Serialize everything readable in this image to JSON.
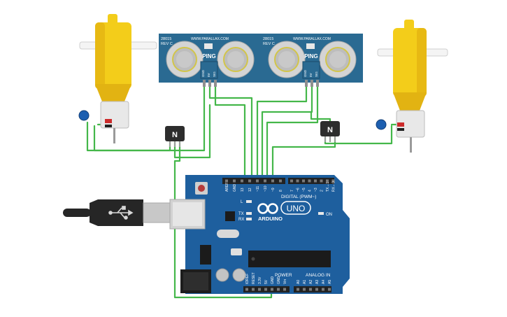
{
  "sensors": [
    {
      "model": "28015",
      "rev": "REV C",
      "brand": "WWW.PARALLAX.COM",
      "name": "PING",
      "pins": [
        "GND",
        "5V",
        "SIG"
      ]
    },
    {
      "model": "28015",
      "rev": "REV C",
      "brand": "WWW.PARALLAX.COM",
      "name": "PING",
      "pins": [
        "GND",
        "5V",
        "SIG"
      ]
    }
  ],
  "transistors": [
    {
      "label": "N"
    },
    {
      "label": "N"
    }
  ],
  "arduino": {
    "brand": "ARDUINO",
    "model": "UNO",
    "digital_label": "DIGITAL (PWM~)",
    "analog_label": "ANALOG IN",
    "power_label": "POWER",
    "on_label": "ON",
    "l_label": "L",
    "tx_label": "TX",
    "rx_label": "RX",
    "header_left": [
      "AREF",
      "GND",
      "13",
      "12",
      "~11",
      "~10",
      "~9",
      "8"
    ],
    "header_right": [
      "7",
      "~6",
      "~5",
      "4",
      "~3",
      "2",
      "TX→1",
      "RX←0"
    ],
    "power_pins": [
      "IOREF",
      "RESET",
      "3.3V",
      "5V",
      "GND",
      "GND",
      "Vin"
    ],
    "analog_pins": [
      "A0",
      "A1",
      "A2",
      "A3",
      "A4",
      "A5"
    ]
  },
  "colors": {
    "wire": "#44b74a",
    "board": "#1e5f9e",
    "sensor_board": "#2a6a92",
    "motor": "#f3cd1a",
    "motor_dark": "#d9a90e",
    "transistor": "#2d2d2d",
    "usb": "#262626"
  }
}
